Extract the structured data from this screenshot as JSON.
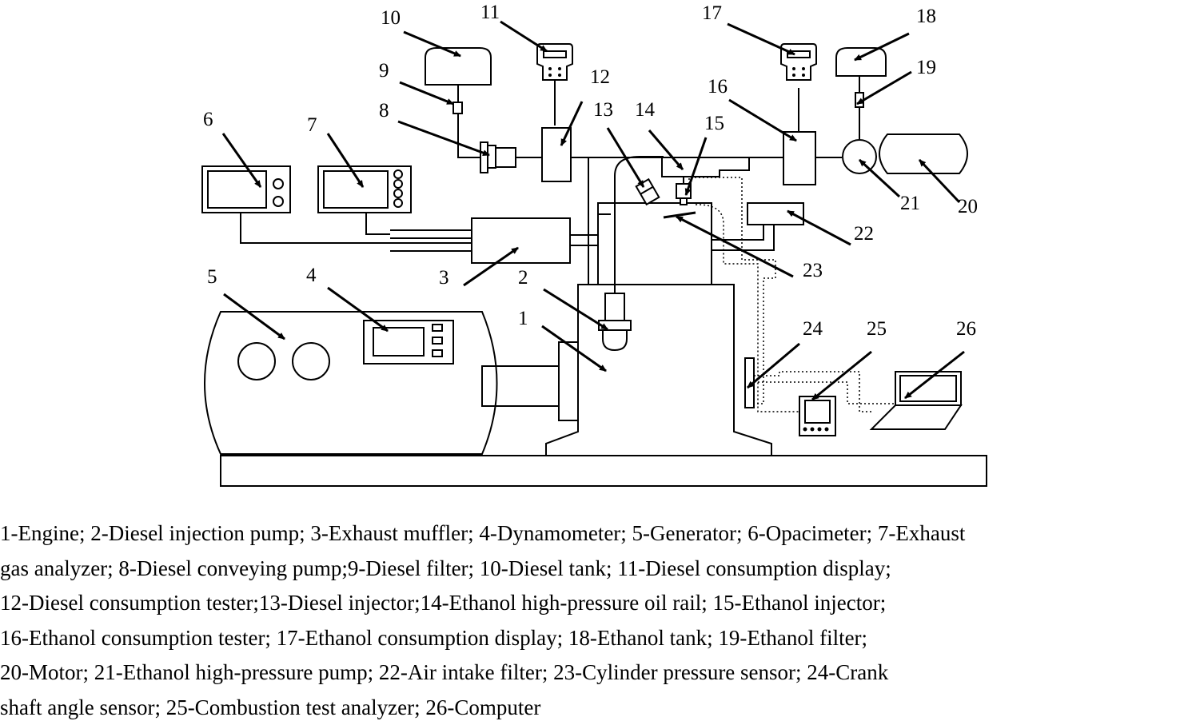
{
  "labels": {
    "l1": "1",
    "l2": "2",
    "l3": "3",
    "l4": "4",
    "l5": "5",
    "l6": "6",
    "l7": "7",
    "l8": "8",
    "l9": "9",
    "l10": "10",
    "l11": "11",
    "l12": "12",
    "l13": "13",
    "l14": "14",
    "l15": "15",
    "l16": "16",
    "l17": "17",
    "l18": "18",
    "l19": "19",
    "l20": "20",
    "l21": "21",
    "l22": "22",
    "l23": "23",
    "l24": "24",
    "l25": "25",
    "l26": "26"
  },
  "caption": {
    "line1": "1-Engine; 2-Diesel injection pump; 3-Exhaust muffler; 4-Dynamometer; 5-Generator; 6-Opacimeter; 7-Exhaust",
    "line2": "gas analyzer; 8-Diesel conveying pump;9-Diesel filter; 10-Diesel tank; 11-Diesel consumption display;",
    "line3": "12-Diesel consumption tester;13-Diesel injector;14-Ethanol high-pressure oil rail; 15-Ethanol injector;",
    "line4": "16-Ethanol consumption tester; 17-Ethanol consumption display; 18-Ethanol tank; 19-Ethanol filter;",
    "line5": "20-Motor; 21-Ethanol high-pressure pump; 22-Air intake filter; 23-Cylinder pressure sensor; 24-Crank",
    "line6": "shaft angle sensor; 25-Combustion test analyzer; 26-Computer"
  }
}
